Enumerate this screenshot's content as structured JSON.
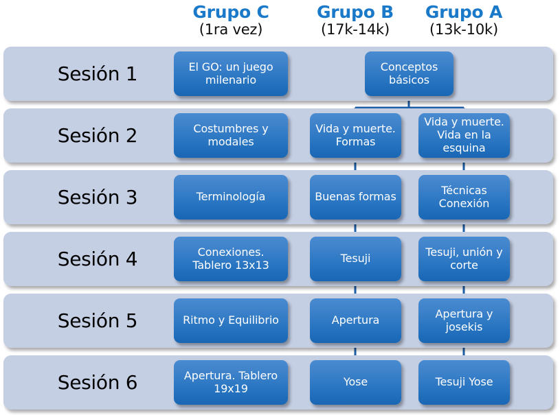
{
  "headers": [
    {
      "name": "Grupo C",
      "sub": "(1ra vez)"
    },
    {
      "name": "Grupo B",
      "sub": "(17k-14k)"
    },
    {
      "name": "Grupo A",
      "sub": "(13k-10k)"
    }
  ],
  "sessions": [
    {
      "label": "Sesión 1"
    },
    {
      "label": "Sesión 2"
    },
    {
      "label": "Sesión 3"
    },
    {
      "label": "Sesión 4"
    },
    {
      "label": "Sesión 5"
    },
    {
      "label": "Sesión 6"
    }
  ],
  "topics": {
    "s1_c": "El GO: un juego milenario",
    "s1_ab": "Conceptos básicos",
    "s2_c": "Costumbres y modales",
    "s2_b": "Vida y muerte. Formas",
    "s2_a": "Vida y muerte. Vida en la esquina",
    "s3_c": "Terminología",
    "s3_b": "Buenas formas",
    "s3_a": "Técnicas Conexión",
    "s4_c": "Conexiones. Tablero 13x13",
    "s4_b": "Tesuji",
    "s4_a": "Tesuji, unión y corte",
    "s5_c": "Ritmo y Equilibrio",
    "s5_b": "Apertura",
    "s5_a": "Apertura y josekis",
    "s6_c": "Apertura. Tablero 19x19",
    "s6_b": "Yose",
    "s6_a": "Tesuji Yose"
  },
  "colors": {
    "group_heading": "#1a79c8",
    "row_bar": "#c5cfe4",
    "box_blue_top": "#4a8bd0",
    "box_blue_bottom": "#1966b4",
    "connector": "#1f5fa8",
    "background": "#ffffff"
  }
}
